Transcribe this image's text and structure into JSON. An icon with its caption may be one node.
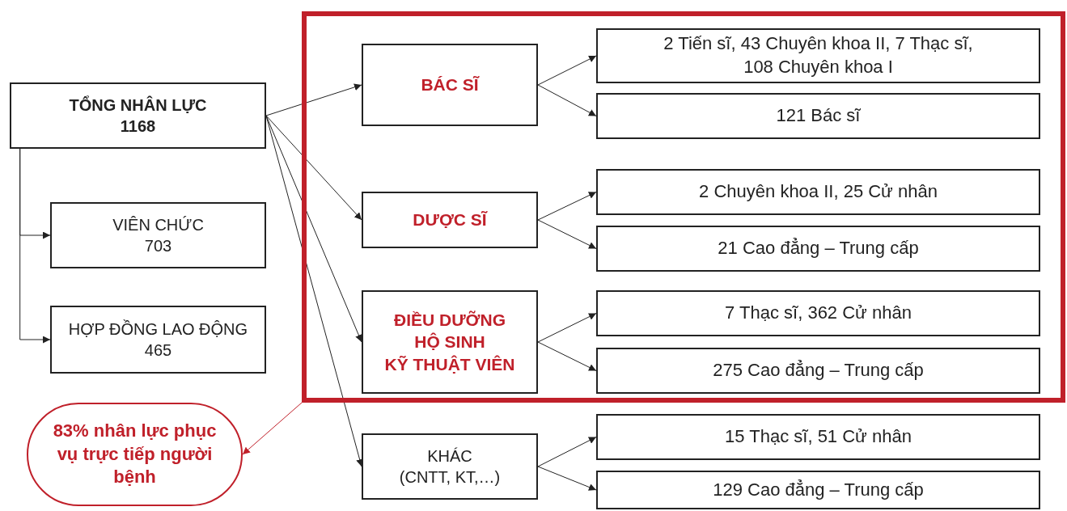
{
  "diagram": {
    "nodes": [
      {
        "text": [
          "TỔNG NHÂN LỰC",
          "1168"
        ]
      },
      {
        "text": [
          "VIÊN CHỨC",
          "703"
        ]
      },
      {
        "text": [
          "HỢP ĐỒNG LAO ĐỘNG",
          "465"
        ]
      },
      {
        "text": [],
        "shape": "box"
      },
      {
        "text": [
          "BÁC SĨ"
        ],
        "in": 3
      },
      {
        "text": [
          "2 Tiến sĩ, 43 Chuyên khoa II, 7 Thạc sĩ, 108 Chuyên khoa I"
        ],
        "in": 3
      },
      {
        "text": [
          "121 Bác sĩ"
        ],
        "in": 3
      },
      {
        "text": [
          "DƯỢC SĨ"
        ],
        "in": 3
      },
      {
        "text": [
          "2 Chuyên khoa II, 25 Cử nhân"
        ],
        "in": 3
      },
      {
        "text": [
          "21 Cao đẳng – Trung cấp"
        ],
        "in": 3
      },
      {
        "text": [
          "ĐIỀU DƯỠNG",
          "HỘ SINH",
          "KỸ THUẬT VIÊN"
        ],
        "in": 3
      },
      {
        "text": [
          "7 Thạc sĩ, 362 Cử nhân"
        ],
        "in": 3
      },
      {
        "text": [
          "275 Cao đẳng – Trung cấp"
        ],
        "in": 3
      },
      {
        "text": [
          "KHÁC",
          "(CNTT, KT,…)"
        ]
      },
      {
        "text": [
          "15 Thạc sĩ, 51 Cử nhân"
        ]
      },
      {
        "text": [
          "129 Cao đẳng – Trung cấp"
        ]
      },
      {
        "text": [
          "83% nhân lực phục vụ trực tiếp người bệnh"
        ]
      }
    ],
    "edges": [
      {
        "from": 0,
        "to": 1,
        "arrow": "to"
      },
      {
        "from": 0,
        "to": 2,
        "arrow": "to"
      },
      {
        "from": 0,
        "to": 4,
        "arrow": "to"
      },
      {
        "from": 0,
        "to": 7,
        "arrow": "to"
      },
      {
        "from": 0,
        "to": 10,
        "arrow": "to"
      },
      {
        "from": 0,
        "to": 13,
        "arrow": "to"
      },
      {
        "from": 4,
        "to": 5,
        "arrow": "to"
      },
      {
        "from": 4,
        "to": 6,
        "arrow": "to"
      },
      {
        "from": 7,
        "to": 8,
        "arrow": "to"
      },
      {
        "from": 7,
        "to": 9,
        "arrow": "to"
      },
      {
        "from": 10,
        "to": 11,
        "arrow": "to"
      },
      {
        "from": 10,
        "to": 12,
        "arrow": "to"
      },
      {
        "from": 13,
        "to": 14,
        "arrow": "to"
      },
      {
        "from": 13,
        "to": 15,
        "arrow": "to"
      },
      {
        "from": 3,
        "to": 16,
        "arrow": "to",
        "color": "#c0202a"
      }
    ]
  }
}
